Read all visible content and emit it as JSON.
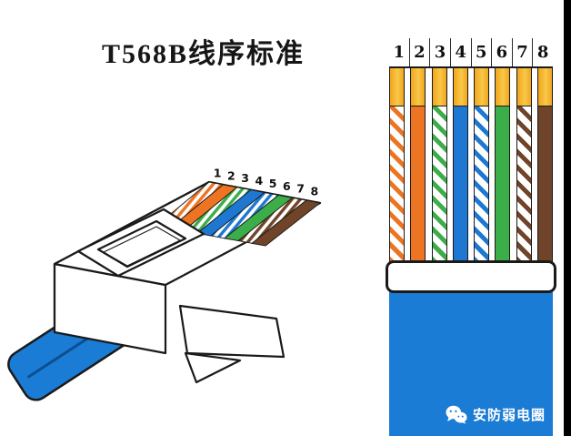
{
  "title": "T568B线序标准",
  "watermark": {
    "text": "安防弱电圈"
  },
  "colors": {
    "orange": "#ED7422",
    "green": "#3BAD49",
    "blue": "#1E78D2",
    "brown": "#6F4428",
    "cable_blue": "#1A7CD4",
    "cable_blue_dark": "#0D4E8F",
    "gold": "#F2A51C",
    "gold_light": "#F8C84A",
    "outline": "#1A1A1A",
    "edge_bar": "#000000",
    "white": "#FFFFFF"
  },
  "standard": "T568B",
  "wires": [
    {
      "num": "1",
      "name": "white-orange",
      "type": "striped",
      "color_key": "orange"
    },
    {
      "num": "2",
      "name": "orange",
      "type": "solid",
      "color_key": "orange"
    },
    {
      "num": "3",
      "name": "white-green",
      "type": "striped",
      "color_key": "green"
    },
    {
      "num": "4",
      "name": "blue",
      "type": "solid",
      "color_key": "blue"
    },
    {
      "num": "5",
      "name": "white-blue",
      "type": "striped",
      "color_key": "blue"
    },
    {
      "num": "6",
      "name": "green",
      "type": "solid",
      "color_key": "green"
    },
    {
      "num": "7",
      "name": "white-brown",
      "type": "striped",
      "color_key": "brown"
    },
    {
      "num": "8",
      "name": "brown",
      "type": "solid",
      "color_key": "brown"
    }
  ]
}
